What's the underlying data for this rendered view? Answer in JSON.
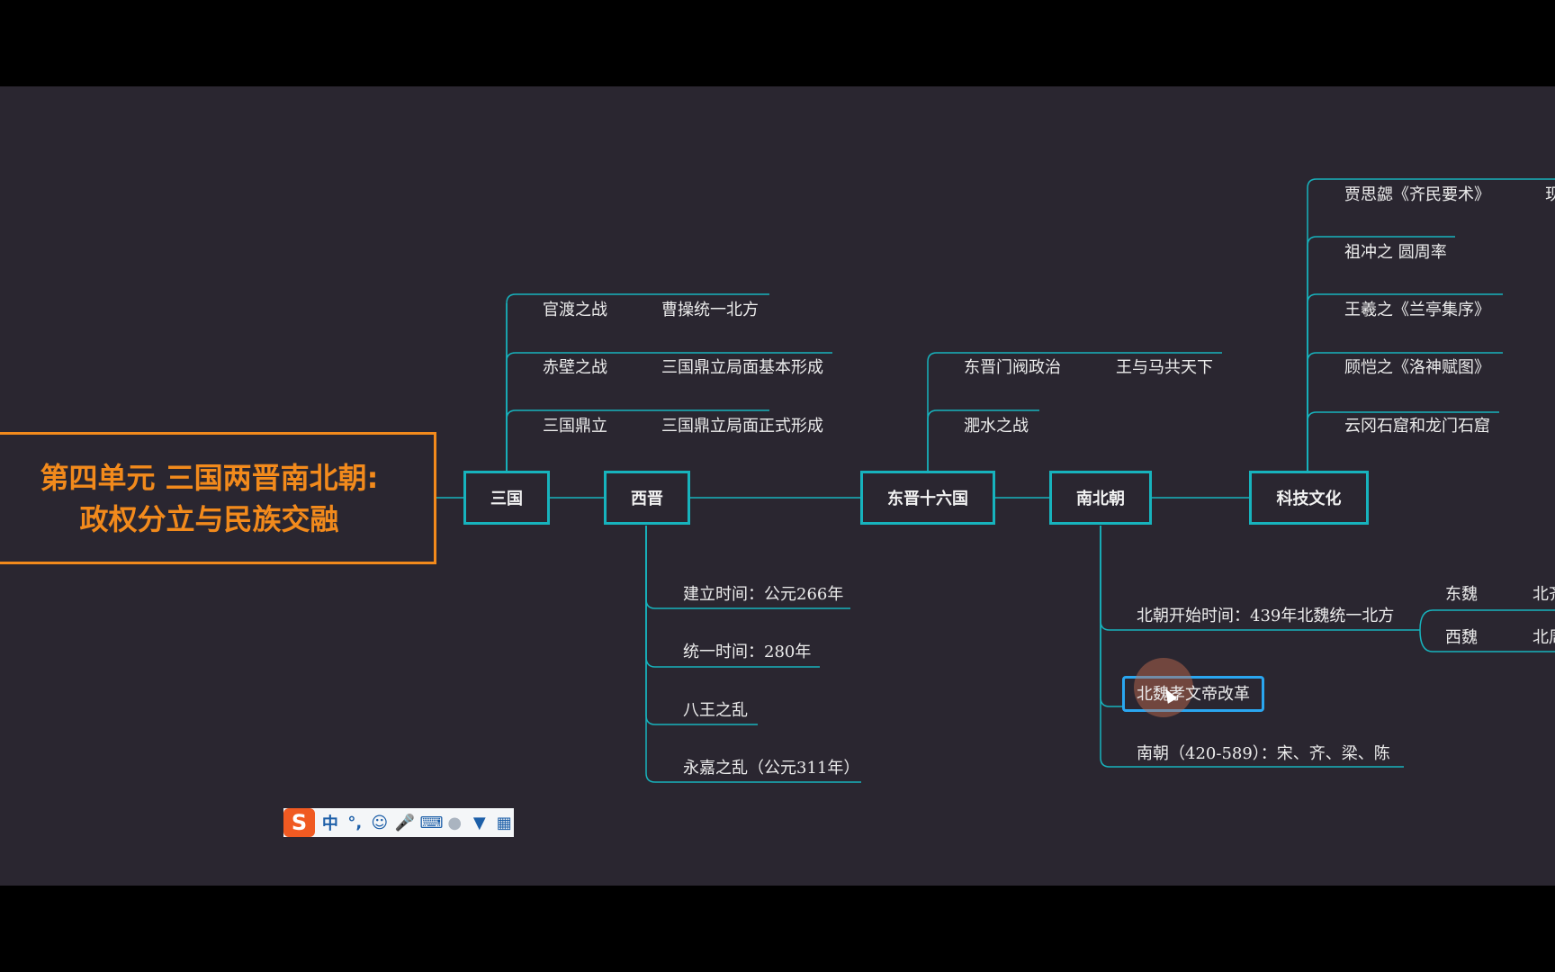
{
  "root": {
    "line1": "第四单元 三国两晋南北朝:",
    "line2": "政权分立与民族交融"
  },
  "nodes": {
    "sanguo": "三国",
    "xijin": "西晋",
    "dongjin": "东晋十六国",
    "nanbeichao": "南北朝",
    "keji": "科技文化"
  },
  "sanguo_branches": [
    {
      "event": "官渡之战",
      "result": "曹操统一北方"
    },
    {
      "event": "赤壁之战",
      "result": "三国鼎立局面基本形成"
    },
    {
      "event": "三国鼎立",
      "result": "三国鼎立局面正式形成"
    }
  ],
  "xijin_branches": [
    "建立时间：公元266年",
    "统一时间：280年",
    "八王之乱",
    "永嘉之乱（公元311年）"
  ],
  "dongjin_branches": [
    {
      "event": "东晋门阀政治",
      "result": "王与马共天下"
    },
    {
      "event": "淝水之战"
    }
  ],
  "nanbeichao_branches": {
    "north_start": "北朝开始时间：439年北魏统一北方",
    "east_wei": "东魏",
    "west_wei": "西魏",
    "east_next": "北齐",
    "west_next": "北周",
    "reform": "北魏孝文帝改革",
    "south": "南朝（420-589）：宋、齐、梁、陈"
  },
  "keji_branches": [
    "贾思勰《齐民要术》",
    "祖冲之 圆周率",
    "王羲之《兰亭集序》",
    "顾恺之《洛神赋图》",
    "云冈石窟和龙门石窟"
  ],
  "keji_extra": "现",
  "ime_toolbar": {
    "logo": "S",
    "mode": "中",
    "punct": "°,"
  },
  "colors": {
    "canvas": "#2a2630",
    "line": "#17b3bd",
    "root": "#f28a1c",
    "selection": "#2aa6f0"
  }
}
